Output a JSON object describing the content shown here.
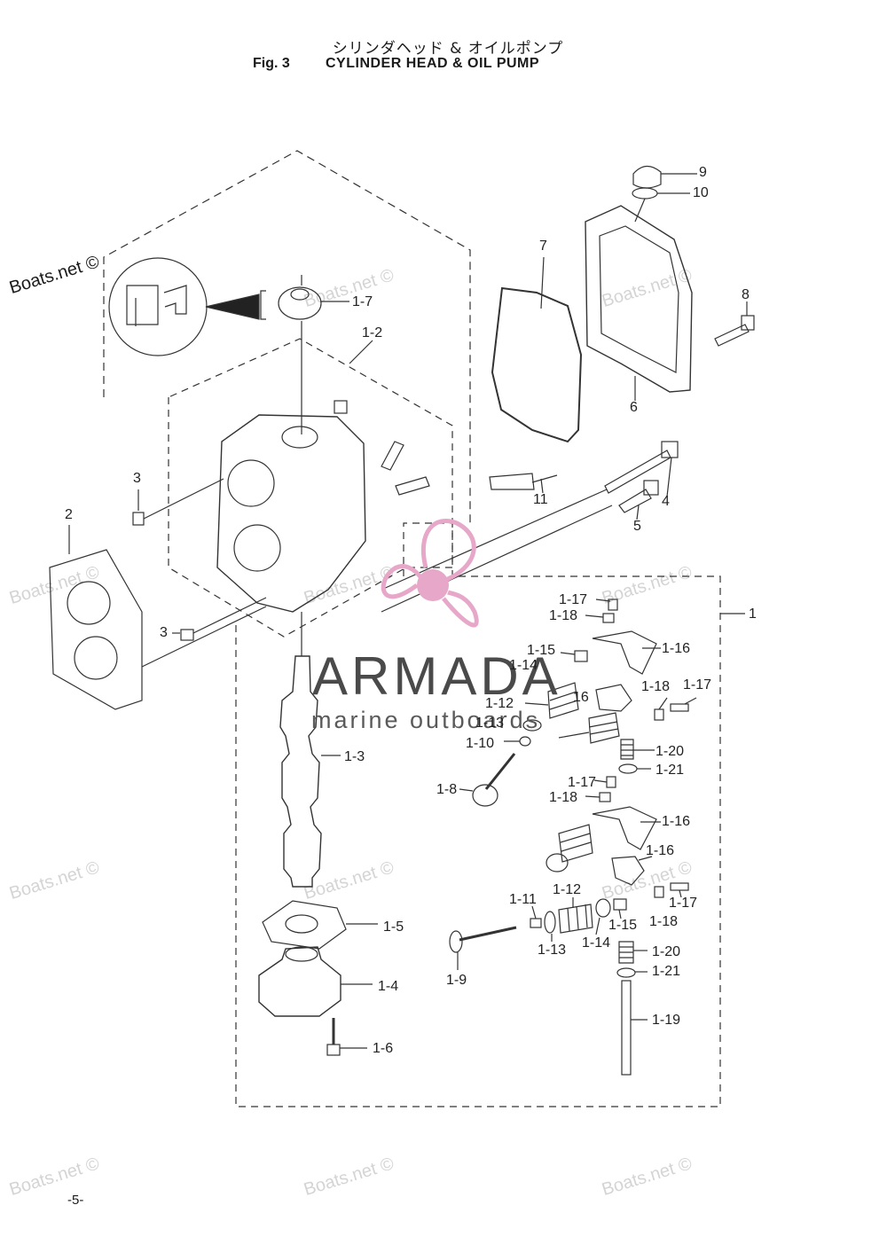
{
  "header": {
    "title_jp": "シリンダヘッド & オイルポンプ",
    "fig_label": "Fig. 3",
    "title_en": "CYLINDER HEAD & OIL PUMP"
  },
  "watermark": {
    "text": "Boats.net ©"
  },
  "logo": {
    "name": "ARMADA",
    "tagline": "marine outboards",
    "accent_color": "#e7a7c8"
  },
  "footer": {
    "page_number": "-5-"
  },
  "callouts": [
    {
      "id": "c9",
      "text": "9"
    },
    {
      "id": "c10",
      "text": "10"
    },
    {
      "id": "c7",
      "text": "7"
    },
    {
      "id": "c8",
      "text": "8"
    },
    {
      "id": "c6",
      "text": "6"
    },
    {
      "id": "c1-7",
      "text": "1-7"
    },
    {
      "id": "c1-2",
      "text": "1-2"
    },
    {
      "id": "c3a",
      "text": "3"
    },
    {
      "id": "c2",
      "text": "2"
    },
    {
      "id": "c3b",
      "text": "3"
    },
    {
      "id": "c11",
      "text": "11"
    },
    {
      "id": "c4",
      "text": "4"
    },
    {
      "id": "c5",
      "text": "5"
    },
    {
      "id": "c1",
      "text": "1"
    },
    {
      "id": "c1-17a",
      "text": "1-17"
    },
    {
      "id": "c1-18a",
      "text": "1-18"
    },
    {
      "id": "c1-15a",
      "text": "1-15"
    },
    {
      "id": "c1-14a",
      "text": "1-14"
    },
    {
      "id": "c1-16a",
      "text": "1-16"
    },
    {
      "id": "c1-12a",
      "text": "1-12"
    },
    {
      "id": "c16x",
      "text": "16"
    },
    {
      "id": "c1-18b",
      "text": "1-18"
    },
    {
      "id": "c1-17b",
      "text": "1-17"
    },
    {
      "id": "c1-13a",
      "text": "1-13"
    },
    {
      "id": "c1-10",
      "text": "1-10"
    },
    {
      "id": "c1-20a",
      "text": "1-20"
    },
    {
      "id": "c1-21a",
      "text": "1-21"
    },
    {
      "id": "c1-3",
      "text": "1-3"
    },
    {
      "id": "c1-8",
      "text": "1-8"
    },
    {
      "id": "c1-17c",
      "text": "1-17"
    },
    {
      "id": "c1-18c",
      "text": "1-18"
    },
    {
      "id": "c1-16b",
      "text": "1-16"
    },
    {
      "id": "c1-16c",
      "text": "1-16"
    },
    {
      "id": "c1-11",
      "text": "1-11"
    },
    {
      "id": "c1-12b",
      "text": "1-12"
    },
    {
      "id": "c1-17d",
      "text": "1-17"
    },
    {
      "id": "c1-15b",
      "text": "1-15"
    },
    {
      "id": "c1-18d",
      "text": "1-18"
    },
    {
      "id": "c1-5",
      "text": "1-5"
    },
    {
      "id": "c1-13b",
      "text": "1-13"
    },
    {
      "id": "c1-14b",
      "text": "1-14"
    },
    {
      "id": "c1-20b",
      "text": "1-20"
    },
    {
      "id": "c1-21b",
      "text": "1-21"
    },
    {
      "id": "c1-9",
      "text": "1-9"
    },
    {
      "id": "c1-4",
      "text": "1-4"
    },
    {
      "id": "c1-19",
      "text": "1-19"
    },
    {
      "id": "c1-6",
      "text": "1-6"
    }
  ]
}
